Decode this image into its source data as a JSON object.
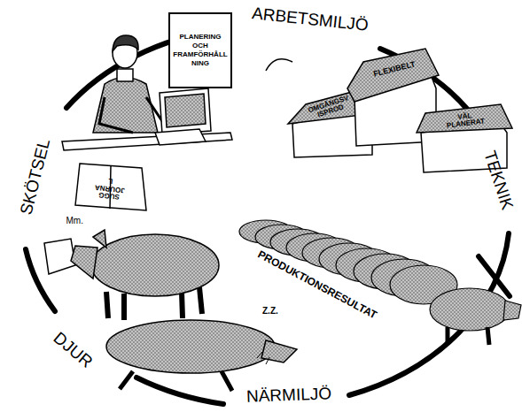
{
  "diagram": {
    "nodes": [
      {
        "text": [
          "PLANERING OCH FRAMFÖRHÅLLNING"
        ]
      }
    ],
    "labels": [
      "ARBETSMILJÖ",
      "TEKNIK",
      "NÄRMILJÖ",
      "DJUR",
      "SKÖTSEL",
      "SUGG JOURNAL",
      "FLEXIBELT",
      "OMGÅNGSVISPROD",
      "VÄL PLANERAT",
      "PRODUKTIONSRESULTAT",
      "Mm.",
      "Z.Z."
    ]
  }
}
